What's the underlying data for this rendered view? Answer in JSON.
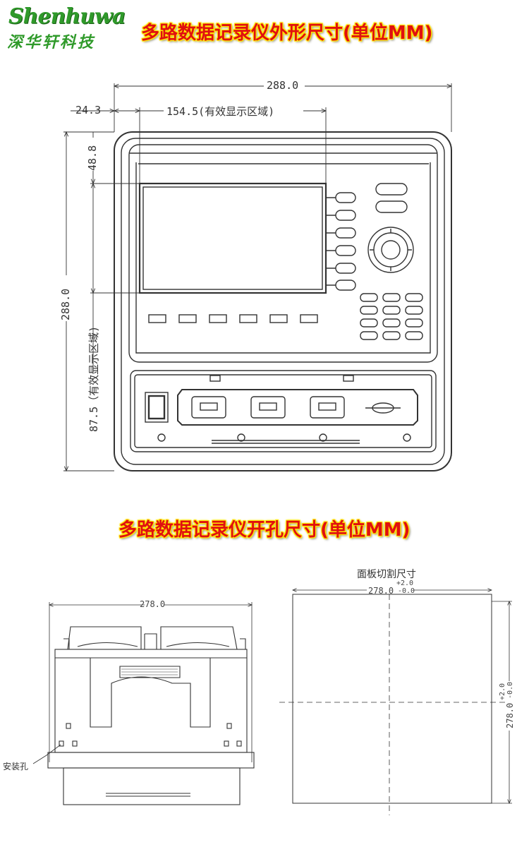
{
  "brand": {
    "logo_text": "Shenhuwa",
    "logo_cn": "深华轩科技"
  },
  "banners": {
    "outline_title": "多路数据记录仪外形尺寸(单位MM)",
    "cutout_title": "多路数据记录仪开孔尺寸(单位MM)"
  },
  "front_view": {
    "overall_width": "288.0",
    "overall_height": "288.0",
    "left_offset": "24.3",
    "display_width": "154.5(有效显示区域)",
    "top_offset": "48.8",
    "display_height": "87.5（有效显示区域)"
  },
  "side_view": {
    "width": "278.0",
    "mount_hole_label": "安装孔"
  },
  "panel_cutout": {
    "title": "面板切割尺寸",
    "width_base": "278.0",
    "height_base": "278.0",
    "tol_plus": "+2.0",
    "tol_minus": "-0.0"
  },
  "colors": {
    "banner_red": "#e01010",
    "banner_glow": "#ffe600",
    "logo_green": "#2f9a2a",
    "line": "#333333"
  }
}
